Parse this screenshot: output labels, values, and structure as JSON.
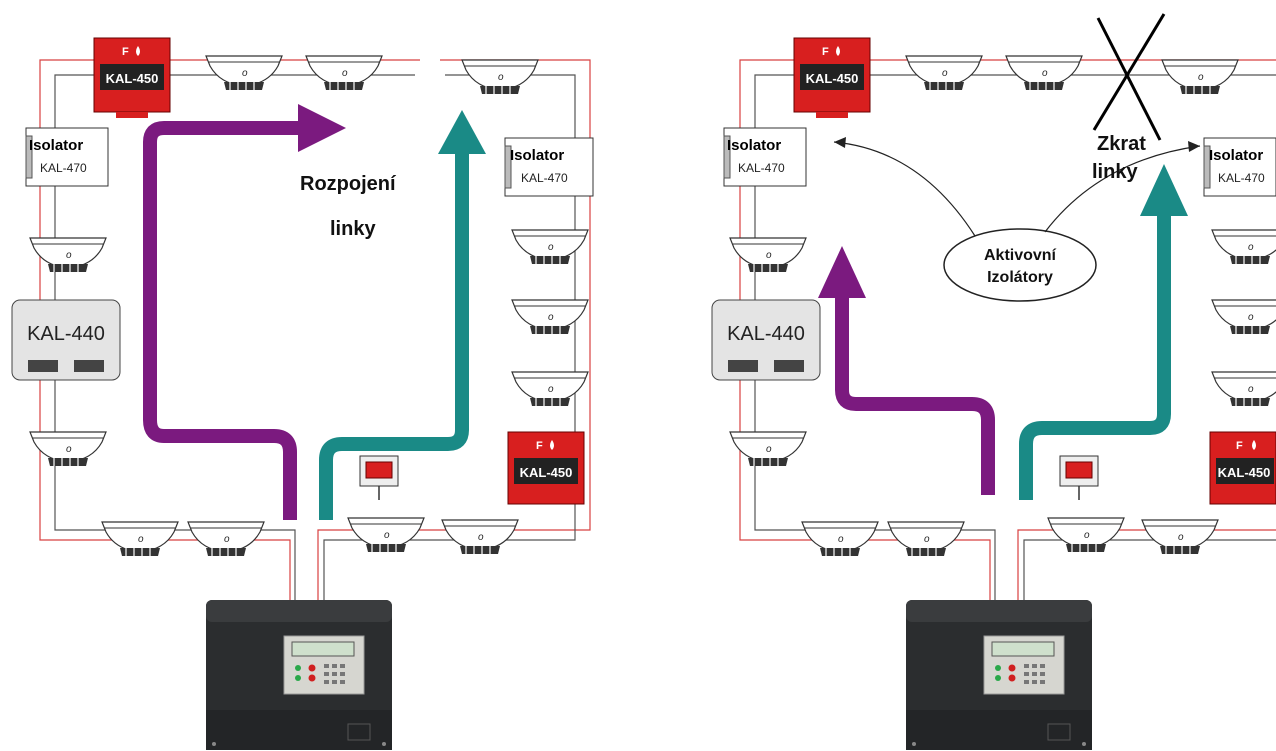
{
  "labels": {
    "open_line_1": "Rozpojení",
    "open_line_2": "linky",
    "short_1": "Zkrat",
    "short_2": "linky",
    "active_1": "Aktivovní",
    "active_2": "Izolátory"
  },
  "devices": {
    "isolator_title": "Isolator",
    "isolator_model": "KAL-470",
    "callpoint_model": "KAL-450",
    "callpoint_badge": "F",
    "module_model": "KAL-440"
  },
  "colors": {
    "wire_red": "#d84040",
    "wire_dark": "#555555",
    "arrow_purple": "#7b1a7f",
    "arrow_teal": "#1a8a86",
    "callpoint_red": "#d81f1f",
    "panel_dark": "#2b2d2f"
  }
}
